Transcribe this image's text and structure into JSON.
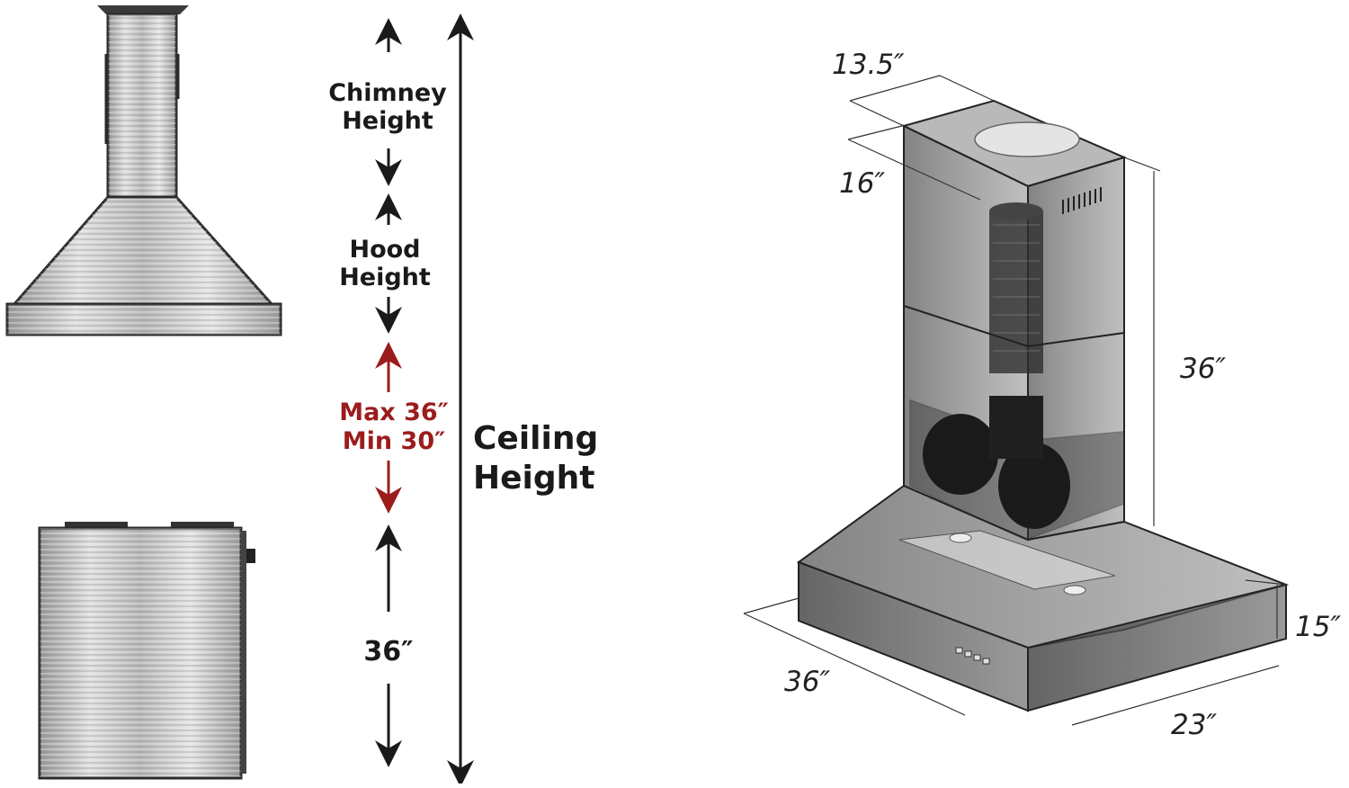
{
  "left_labels": {
    "chimney_line1": "Chimney",
    "chimney_line2": "Height",
    "hood_line1": "Hood",
    "hood_line2": "Height",
    "max_text": "Max 36″",
    "min_text": "Min 30″",
    "ceiling_line1": "Ceiling",
    "ceiling_line2": "Height",
    "range_height": "36″"
  },
  "right_dimensions": {
    "chimney_width": "13.5″",
    "chimney_depth": "16″",
    "chimney_height": "36″",
    "hood_height": "15″",
    "hood_width": "36″",
    "hood_depth": "23″"
  },
  "colors": {
    "ink": "#1a1a1a",
    "accent_red": "#9c1c1c",
    "steel_light": "#d9d9d9",
    "steel_dark": "#8a8a8a",
    "glass": "#6a6a6a"
  }
}
